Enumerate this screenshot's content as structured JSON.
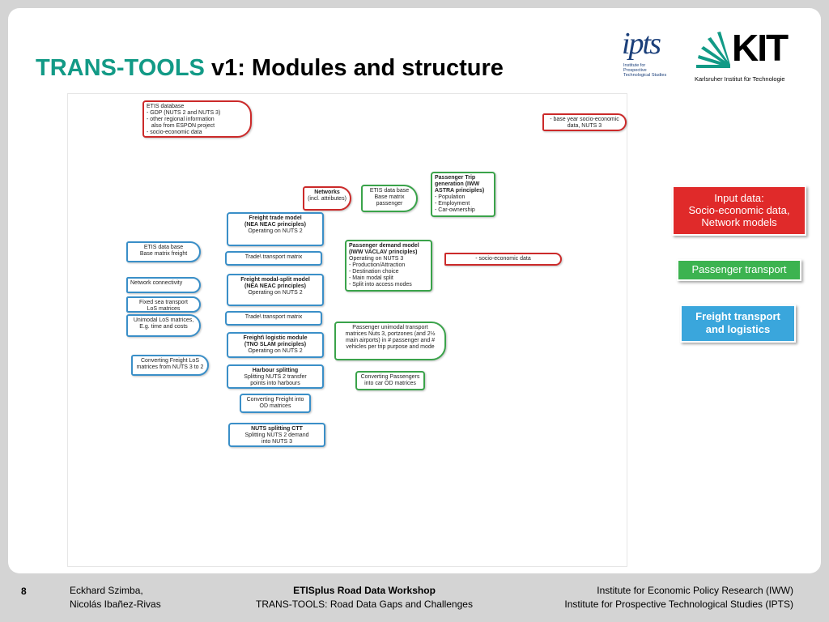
{
  "slide": {
    "title_accent": "TRANS-TOOLS",
    "title_rest": " v1: Modules and structure",
    "logos": {
      "ipts_mark": "ipts",
      "ipts_sub": [
        "Institute for",
        "Prospective",
        "Technological Studies"
      ],
      "kit_mark": "KIT",
      "kit_sub": "Karlsruher Institut für Technologie"
    }
  },
  "diagram": {
    "boxes": [
      {
        "id": "etis-db",
        "color": "red",
        "shape": "arrow-l",
        "align": "left",
        "lines": [
          "ETIS database",
          "- GDP (NUTS 2 and NUTS 3)",
          "- other regional information",
          "   also from ESPON project",
          "- socio-economic data"
        ]
      },
      {
        "id": "base-year",
        "color": "red",
        "shape": "arrow-l",
        "align": "center",
        "lines": [
          "- base year socio-economic",
          "data, NUTS 3"
        ]
      },
      {
        "id": "networks",
        "color": "red",
        "shape": "arrow-l",
        "align": "center",
        "lines": [
          "Networks",
          "(incl. attributes)"
        ],
        "bold_first": true
      },
      {
        "id": "etis-pax",
        "color": "green",
        "shape": "arrow-l",
        "align": "center",
        "lines": [
          "ETIS data base",
          "Base matrix",
          "passenger"
        ]
      },
      {
        "id": "pax-trip-gen",
        "color": "green",
        "shape": "",
        "align": "left",
        "lines": [
          "Passenger Trip",
          "generation (IWW",
          "ASTRA principles)",
          "- Population",
          "- Employment",
          "- Car-ownership"
        ],
        "bold_count": 3
      },
      {
        "id": "freight-trade",
        "color": "blue",
        "shape": "",
        "align": "center",
        "lines": [
          "Freight trade model",
          "(NEA NEAC principles)",
          "Operating on NUTS 2"
        ],
        "bold_count": 2
      },
      {
        "id": "etis-freight",
        "color": "blue",
        "shape": "arrow-l",
        "align": "center",
        "lines": [
          "ETIS data base",
          "Base matrix freight"
        ]
      },
      {
        "id": "trade-matrix-1",
        "color": "blue",
        "shape": "",
        "align": "center",
        "lines": [
          "Trade\\ transport matrix"
        ]
      },
      {
        "id": "pax-demand",
        "color": "green",
        "shape": "",
        "align": "left",
        "lines": [
          "Passenger demand model",
          "(IWW VACLAV principles)",
          "Operating on NUTS 3",
          "- Production/Attraction",
          "- Destination choice",
          "- Main modal split",
          "- Split into access modes"
        ],
        "bold_count": 2
      },
      {
        "id": "socio-data",
        "color": "red",
        "shape": "arrow-l",
        "align": "center",
        "lines": [
          "- socio-economic data"
        ]
      },
      {
        "id": "network-conn",
        "color": "blue",
        "shape": "arrow-l",
        "align": "left",
        "lines": [
          "Network connectivity"
        ]
      },
      {
        "id": "freight-modal",
        "color": "blue",
        "shape": "",
        "align": "center",
        "lines": [
          "Freight modal-split model",
          "(NEA NEAC principles)",
          "Operating on NUTS 2"
        ],
        "bold_count": 2
      },
      {
        "id": "fixed-sea",
        "color": "blue",
        "shape": "arrow-l",
        "align": "center",
        "lines": [
          "Fixed sea transport",
          "LoS matrices"
        ]
      },
      {
        "id": "trade-matrix-2",
        "color": "blue",
        "shape": "",
        "align": "center",
        "lines": [
          "Trade\\ transport matrix"
        ]
      },
      {
        "id": "unimodal-los",
        "color": "blue",
        "shape": "arrow-l",
        "align": "center",
        "lines": [
          "Unimodal LoS matrices,",
          "E.g. time and costs"
        ]
      },
      {
        "id": "pax-unimodal",
        "color": "green",
        "shape": "arrow-l",
        "align": "center",
        "lines": [
          "Passenger unimodal transport",
          "matrices Nuts 3, portzones (and 2½",
          "main airports) in # passenger and #",
          "vehicles per trip purpose and mode"
        ]
      },
      {
        "id": "freight-logistic",
        "color": "blue",
        "shape": "",
        "align": "center",
        "lines": [
          "Freight\\ logistic module",
          "(TNO SLAM principles)",
          "Operating on NUTS 2"
        ],
        "bold_count": 2
      },
      {
        "id": "convert-freight-los",
        "color": "blue",
        "shape": "arrow-l",
        "align": "center",
        "lines": [
          "Converting Freight LoS",
          "matrices from NUTS 3 to 2"
        ]
      },
      {
        "id": "harbour",
        "color": "blue",
        "shape": "",
        "align": "center",
        "lines": [
          "Harbour splitting",
          "Splitting NUTS 2 transfer",
          "points into harbours"
        ],
        "bold_count": 1
      },
      {
        "id": "convert-pax",
        "color": "green",
        "shape": "",
        "align": "center",
        "lines": [
          "Converting Passengers",
          "into car OD matrices"
        ]
      },
      {
        "id": "convert-freight-od",
        "color": "blue",
        "shape": "",
        "align": "center",
        "lines": [
          "Converting Freight into",
          "OD matrices"
        ]
      },
      {
        "id": "nuts-ctt",
        "color": "blue",
        "shape": "",
        "align": "center",
        "lines": [
          "NUTS splitting CTT",
          "Splitting NUTS 2 demand",
          "into NUTS 3"
        ],
        "bold_count": 1
      }
    ]
  },
  "legend": {
    "input": [
      "Input data:",
      "Socio-economic data,",
      "Network models"
    ],
    "passenger": "Passenger transport",
    "freight": [
      "Freight transport",
      "and logistics"
    ]
  },
  "footer": {
    "page_number": "8",
    "authors": [
      "Eckhard Szimba,",
      "Nicolás Ibañez-Rivas"
    ],
    "workshop": "ETISplus Road Data Workshop",
    "subtitle": "TRANS-TOOLS: Road Data Gaps and Challenges",
    "institutes": [
      "Institute for Economic Policy Research (IWW)",
      "Institute for Prospective Technological Studies (IPTS)"
    ]
  }
}
